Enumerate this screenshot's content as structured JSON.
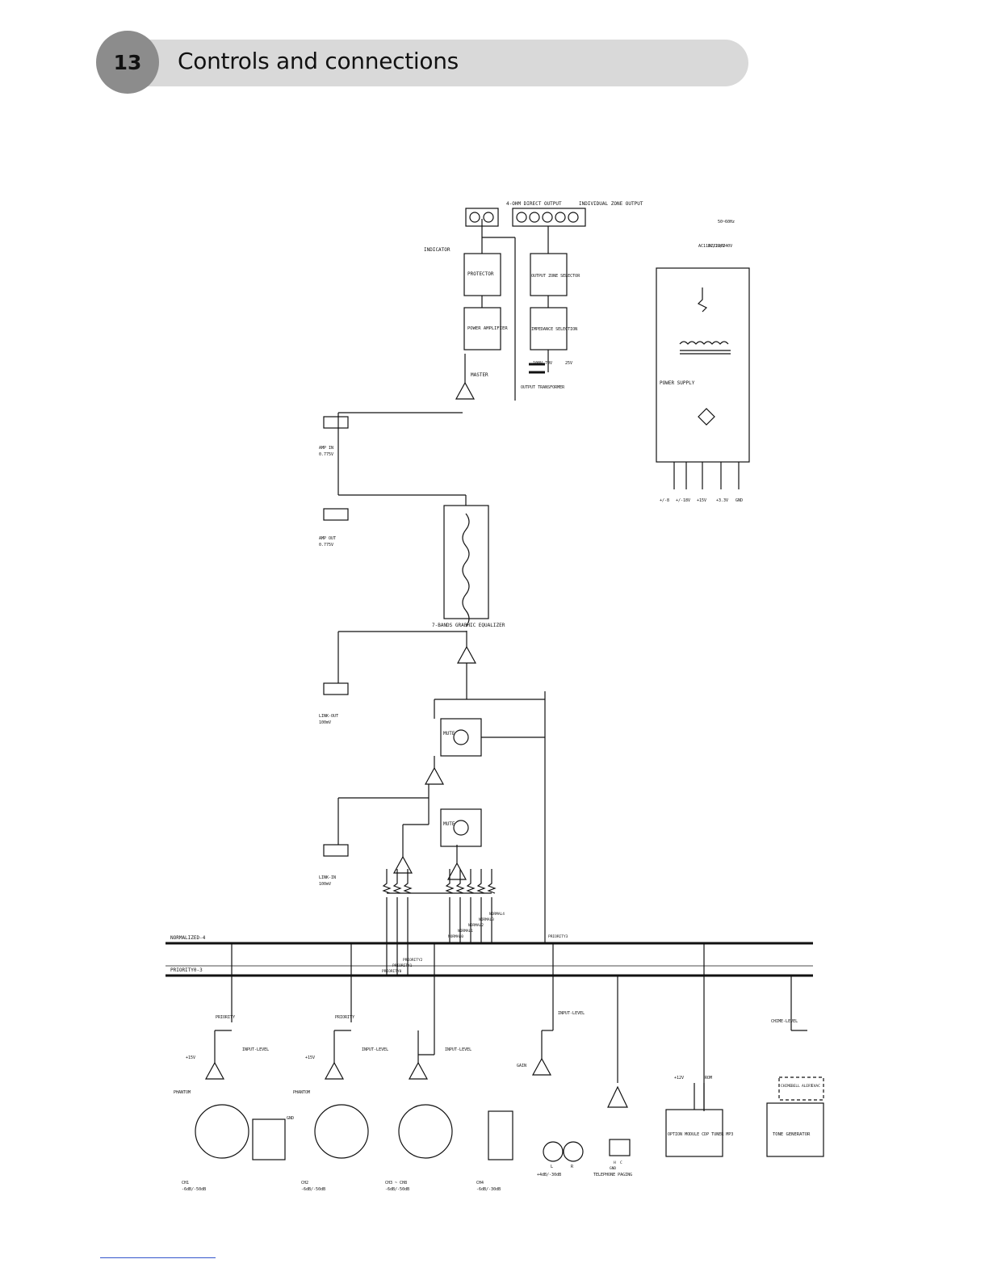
{
  "header": {
    "page_number": "13",
    "title": "Controls and connections"
  },
  "diagram": {
    "bus_labels": {
      "normalized": "NORMALIZED-4",
      "priority": "PRIORITY0-3"
    },
    "outputs": {
      "direct": "4-OHM DIRECT OUTPUT",
      "zone": "INDIVIDUAL ZONE OUTPUT"
    },
    "blocks": {
      "protector": "PROTECTOR",
      "indicator": "INDICATOR",
      "power_amplifier": "POWER AMPLIFIER",
      "zone_selector": "OUTPUT ZONE SELECTOR",
      "impedance": "IMPEDANCE SELECTION",
      "transformer": "OUTPUT TRANSFORMER",
      "master": "MASTER",
      "equalizer": "7-BANDS GRAPHIC EQUALIZER",
      "mute_1": "MUTE",
      "mute_2": "MUTE",
      "power_supply": "POWER SUPPLY",
      "option_module": "OPTION MODULE CDP TUNER MP3",
      "tone_generator": "TONE GENERATOR"
    },
    "taps": [
      "100V",
      "70V",
      "25V"
    ],
    "mains": [
      "AC115V/120V",
      "AC220/240V",
      "50~60Hz"
    ],
    "rails": [
      "+/-8",
      "+/-18V",
      "+15V",
      "+3.3V",
      "GND"
    ],
    "jacks": {
      "amp_in": [
        "AMP IN",
        "0.775V"
      ],
      "amp_out": [
        "AMP OUT",
        "0.775V"
      ],
      "link_out": [
        "LINK-OUT",
        "100mV"
      ],
      "link_in": [
        "LINK-IN",
        "100mV"
      ]
    },
    "bus_lines": {
      "normal": [
        "NORMAL0",
        "NORMAL1",
        "NORMAL2",
        "NORMAL3",
        "NORMAL4"
      ],
      "priority_taps": [
        "PRIORITY0",
        "PRIORITY1",
        "PRIORITY2"
      ],
      "priority3": "PRIORITY3"
    },
    "channels": {
      "ch1": [
        "CH1",
        "-6dB/-50dB"
      ],
      "ch2": [
        "CH2",
        "-6dB/-50dB"
      ],
      "ch3": [
        "CH3 ~ CH8",
        "-6dB/-50dB"
      ],
      "ch4": [
        "CH4",
        "-6dB/-30dB"
      ],
      "rca": "+4dB/-30dB",
      "telephone": "TELEPHONE PAGING"
    },
    "controls": {
      "phantom": "PHANTOM",
      "gain": "GAIN",
      "priority": "PRIORITY",
      "input_level": "INPUT-LEVEL",
      "chime_level": "CHIME-LEVEL",
      "plus15": "+15V",
      "plus12": "+12V",
      "gnd": "GND",
      "rom": "ROM",
      "l": "L",
      "r": "R"
    },
    "chime_options": [
      "CHIME",
      "BELL",
      "ALERT",
      "EVAC"
    ],
    "phone_pins": [
      "H",
      "C",
      "GND"
    ]
  }
}
